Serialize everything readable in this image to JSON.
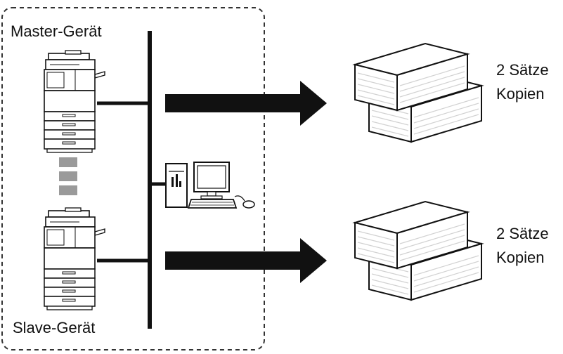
{
  "diagram": {
    "master_label": "Master-Gerät",
    "slave_label": "Slave-Gerät",
    "output_top": {
      "line1": "2 Sätze",
      "line2": "Kopien"
    },
    "output_bottom": {
      "line1": "2 Sätze",
      "line2": "Kopien"
    }
  },
  "colors": {
    "line": "#111111",
    "dashed_link": "#9a9a9a",
    "paper_edge": "#d8d8d8",
    "background": "#ffffff"
  },
  "icons": [
    "copier-icon",
    "computer-icon",
    "arrow-right-icon",
    "paper-stack-icon"
  ]
}
